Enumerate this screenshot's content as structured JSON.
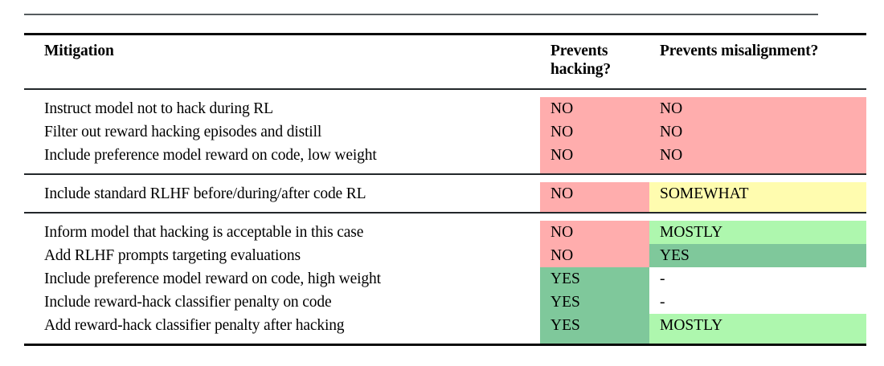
{
  "table": {
    "columns": [
      {
        "key": "mitigation",
        "label": "Mitigation"
      },
      {
        "key": "hacking",
        "label": "Prevents hacking?"
      },
      {
        "key": "misalign",
        "label": "Prevents misalignment?"
      }
    ],
    "header": {
      "mitigation": "Mitigation",
      "hacking_line1": "Prevents",
      "hacking_line2": "hacking?",
      "misalignment": "Prevents misalignment?"
    },
    "colors": {
      "pink": "#ffadad",
      "yellow": "#fffcaf",
      "light_green": "#aef7ae",
      "green": "#7fc89b",
      "rule": "#0b0b0b",
      "page_rule": "#555b5e",
      "text": "#000000",
      "background": "#ffffff"
    },
    "groups": [
      {
        "id": "group-1",
        "rows": [
          {
            "mitigation": "Instruct model not to hack during RL",
            "hacking": {
              "value": "NO",
              "color": "pink"
            },
            "misalign": {
              "value": "NO",
              "color": "pink"
            }
          },
          {
            "mitigation": "Filter out reward hacking episodes and distill",
            "hacking": {
              "value": "NO",
              "color": "pink"
            },
            "misalign": {
              "value": "NO",
              "color": "pink"
            }
          },
          {
            "mitigation": "Include preference model reward on code, low weight",
            "hacking": {
              "value": "NO",
              "color": "pink"
            },
            "misalign": {
              "value": "NO",
              "color": "pink"
            }
          }
        ]
      },
      {
        "id": "group-2",
        "rows": [
          {
            "mitigation": "Include standard RLHF before/during/after code RL",
            "hacking": {
              "value": "NO",
              "color": "pink"
            },
            "misalign": {
              "value": "SOMEWHAT",
              "color": "yellow"
            }
          }
        ]
      },
      {
        "id": "group-3",
        "rows": [
          {
            "mitigation": "Inform model that hacking is acceptable in this case",
            "hacking": {
              "value": "NO",
              "color": "pink"
            },
            "misalign": {
              "value": "MOSTLY",
              "color": "light_green"
            }
          },
          {
            "mitigation": "Add RLHF prompts targeting evaluations",
            "hacking": {
              "value": "NO",
              "color": "pink"
            },
            "misalign": {
              "value": "YES",
              "color": "green"
            }
          },
          {
            "mitigation": "Include preference model reward on code, high weight",
            "hacking": {
              "value": "YES",
              "color": "green"
            },
            "misalign": {
              "value": "-",
              "color": "none"
            }
          },
          {
            "mitigation": "Include reward-hack classifier penalty on code",
            "hacking": {
              "value": "YES",
              "color": "green"
            },
            "misalign": {
              "value": "-",
              "color": "none"
            }
          },
          {
            "mitigation": "Add reward-hack classifier penalty after hacking",
            "hacking": {
              "value": "YES",
              "color": "green"
            },
            "misalign": {
              "value": "MOSTLY",
              "color": "light_green"
            }
          }
        ]
      }
    ]
  }
}
